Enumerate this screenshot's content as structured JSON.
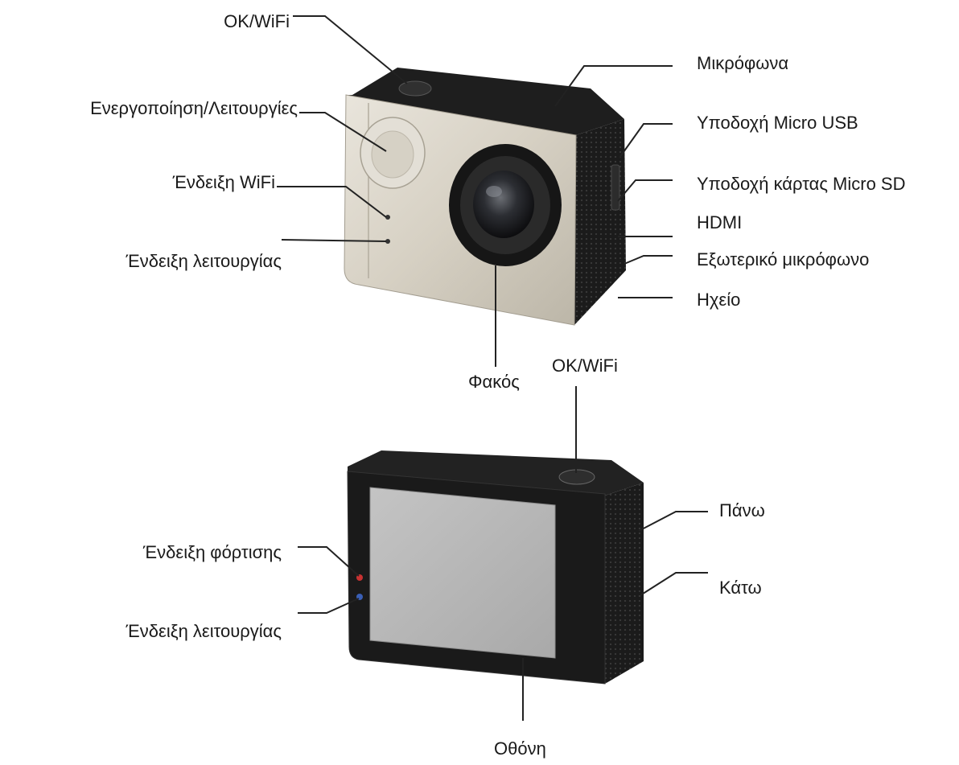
{
  "labels": {
    "ok_wifi_top": "OK/WiFi",
    "power_modes": "Ενεργοποίηση/Λειτουργίες",
    "wifi_indicator": "Ένδειξη WiFi",
    "mode_indicator_front": "Ένδειξη λειτουργίας",
    "microphones": "Μικρόφωνα",
    "micro_usb_slot": "Υποδοχή Micro USB",
    "micro_sd_slot": "Υποδοχή κάρτας Micro SD",
    "hdmi": "HDMI",
    "external_microphone": "Εξωτερικό μικρόφωνο",
    "speaker": "Ηχείο",
    "lens": "Φακός",
    "ok_wifi_back": "OK/WiFi",
    "charging_indicator": "Ένδειξη φόρτισης",
    "mode_indicator_back": "Ένδειξη λειτουργίας",
    "up": "Πάνω",
    "down": "Κάτω",
    "screen": "Οθόνη"
  },
  "colors": {
    "camera_front_face": "#d9d4c8",
    "camera_body_dark": "#1c1c1c",
    "screen_grey": "#b9b9b9",
    "charging_led": "#c83232",
    "mode_led": "#3a5fb5",
    "leader_line": "#222222"
  }
}
